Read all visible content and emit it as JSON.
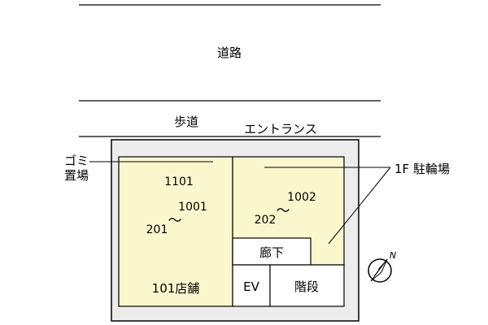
{
  "road": {
    "label": "道路"
  },
  "sidewalk": {
    "label": "歩道"
  },
  "entrance": {
    "label": "エントランス",
    "marker": "▼"
  },
  "garbage": {
    "label_line1": "ゴミ",
    "label_line2": "置場"
  },
  "bicycle_parking": {
    "label": "1F 駐輪場"
  },
  "left_unit": {
    "top_number": "1101",
    "range_start": "201",
    "range_end": "1001",
    "tilde": "～",
    "shop_label": "101店舗"
  },
  "right_unit": {
    "range_start": "202",
    "range_end": "1002",
    "tilde": "～"
  },
  "rooms": {
    "corridor": "廊下",
    "elevator": "EV",
    "stairs": "階段"
  },
  "compass": {
    "letter": "N",
    "icon": "north-compass-icon"
  },
  "colors": {
    "unit_fill": "#fbf7cc",
    "frame_fill": "#ececec",
    "line": "#000000"
  }
}
